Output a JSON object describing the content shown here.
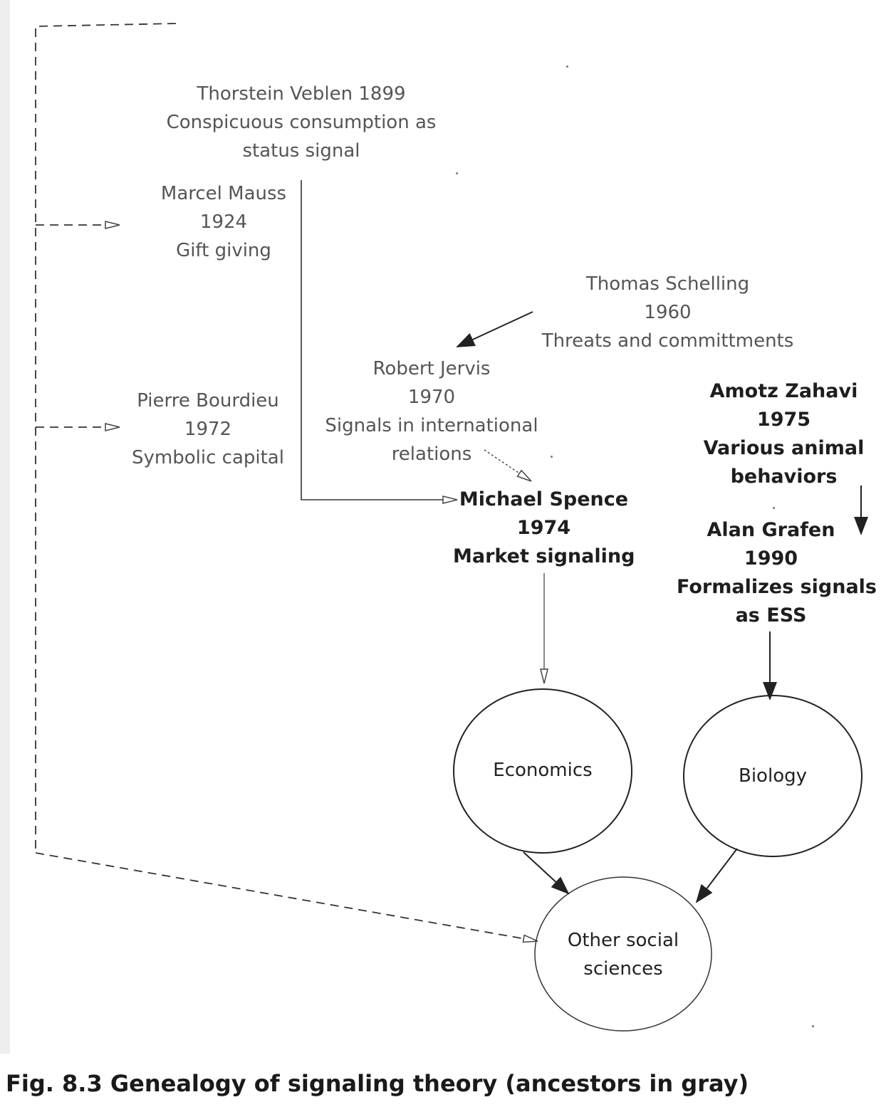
{
  "nodes": {
    "veblen": {
      "name": "Thorstein Veblen 1899",
      "desc": "Conspicuous consumption as",
      "desc2": "status signal"
    },
    "mauss": {
      "name": "Marcel Mauss",
      "year": "1924",
      "desc": "Gift giving"
    },
    "schelling": {
      "name": "Thomas Schelling",
      "year": "1960",
      "desc": "Threats and committments"
    },
    "jervis": {
      "name": "Robert Jervis",
      "year": "1970",
      "desc": "Signals in international",
      "desc2": "relations"
    },
    "bourdieu": {
      "name": "Pierre Bourdieu",
      "year": "1972",
      "desc": "Symbolic capital"
    },
    "zahavi": {
      "name": "Amotz Zahavi",
      "year": "1975",
      "desc": "Various animal",
      "desc2": "behaviors"
    },
    "spence": {
      "name": "Michael Spence",
      "year": "1974",
      "desc": "Market signaling"
    },
    "grafen": {
      "name": "Alan Grafen",
      "year": "1990",
      "desc": "Formalizes signals",
      "desc2": "as ESS"
    }
  },
  "fields": {
    "economics": "Economics",
    "biology": "Biology",
    "other": {
      "line1": "Other social",
      "line2": "sciences"
    }
  },
  "caption": "Fig. 8.3 Genealogy of signaling theory (ancestors in gray)",
  "colors": {
    "ancestor": "#555555",
    "main": "#1e1e1e",
    "line": "#333333"
  }
}
